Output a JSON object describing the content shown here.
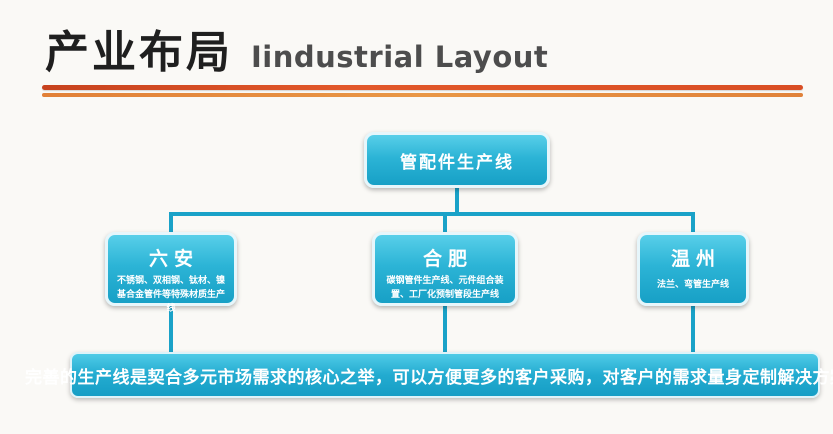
{
  "header": {
    "title_cn": "产业布局",
    "title_en": "Iindustrial Layout"
  },
  "diagram": {
    "root": {
      "label": "管配件生产线"
    },
    "children": [
      {
        "name": "六安",
        "desc": "不锈钢、双相钢、钛材、镍基合金管件等特殊材质生产线"
      },
      {
        "name": "合肥",
        "desc": "碳钢管件生产线、元件组合装置、工厂化预制管段生产线"
      },
      {
        "name": "温州",
        "desc": "法兰、弯管生产线"
      }
    ],
    "summary": "完善的生产线是契合多元市场需求的核心之举，可以方便更多的客户采购，对客户的需求量身定制解决方案。"
  },
  "colors": {
    "node_gradient_top": "#58cfe9",
    "node_gradient_bottom": "#17a0c6",
    "connector_line": "#1aa2c8",
    "divider_red": "#d94e24",
    "divider_orange": "#e8923d",
    "title_text": "#1f1f1f",
    "subtitle_text": "#4d4d4d",
    "node_text": "#ffffff",
    "slide_background": "#faf9f6"
  }
}
